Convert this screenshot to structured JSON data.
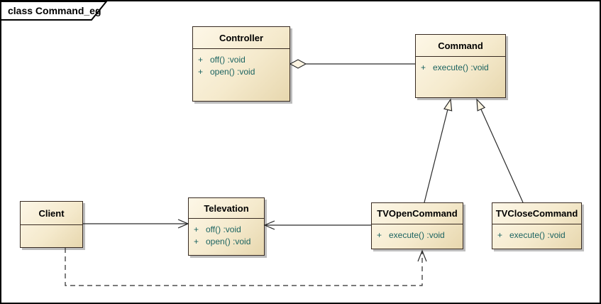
{
  "frame": {
    "title": "class Command_eg"
  },
  "classes": {
    "controller": {
      "name": "Controller",
      "methods": [
        {
          "vis": "+",
          "sig": "off() :void"
        },
        {
          "vis": "+",
          "sig": "open() :void"
        }
      ]
    },
    "command": {
      "name": "Command",
      "methods": [
        {
          "vis": "+",
          "sig": "execute() :void"
        }
      ]
    },
    "client": {
      "name": "Client",
      "methods": []
    },
    "televation": {
      "name": "Televation",
      "methods": [
        {
          "vis": "+",
          "sig": "off() :void"
        },
        {
          "vis": "+",
          "sig": "open() :void"
        }
      ]
    },
    "tvopencommand": {
      "name": "TVOpenCommand",
      "methods": [
        {
          "vis": "+",
          "sig": "execute() :void"
        }
      ]
    },
    "tvclosecommand": {
      "name": "TVCloseCommand",
      "methods": [
        {
          "vis": "+",
          "sig": "execute() :void"
        }
      ]
    }
  },
  "relationships": [
    {
      "type": "aggregation",
      "from": "Controller",
      "to": "Command"
    },
    {
      "type": "generalization",
      "from": "TVOpenCommand",
      "to": "Command"
    },
    {
      "type": "generalization",
      "from": "TVCloseCommand",
      "to": "Command"
    },
    {
      "type": "association",
      "from": "Client",
      "to": "Televation"
    },
    {
      "type": "association",
      "from": "TVOpenCommand",
      "to": "Televation"
    },
    {
      "type": "dependency",
      "from": "Client",
      "to": "TVOpenCommand"
    }
  ],
  "colors": {
    "box_fill_light": "#fdf7e7",
    "box_fill_dark": "#e7d7ae",
    "box_border": "#372a21",
    "method_text": "#1b6360",
    "connector": "#2a2a2a"
  }
}
